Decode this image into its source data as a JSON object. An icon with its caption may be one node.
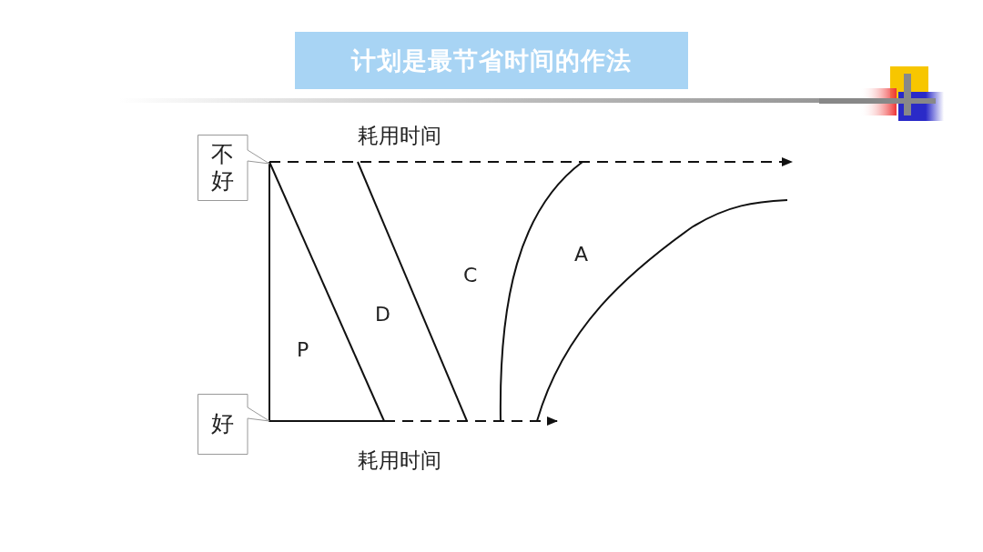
{
  "diagram": {
    "title": "计划是最节省时间的作法",
    "nodes": [
      {
        "text": [
          "不好"
        ]
      },
      {
        "text": [
          "好"
        ]
      }
    ],
    "labels": [
      "耗用时间",
      "A",
      "C",
      "D",
      "P",
      "耗用时间"
    ]
  }
}
